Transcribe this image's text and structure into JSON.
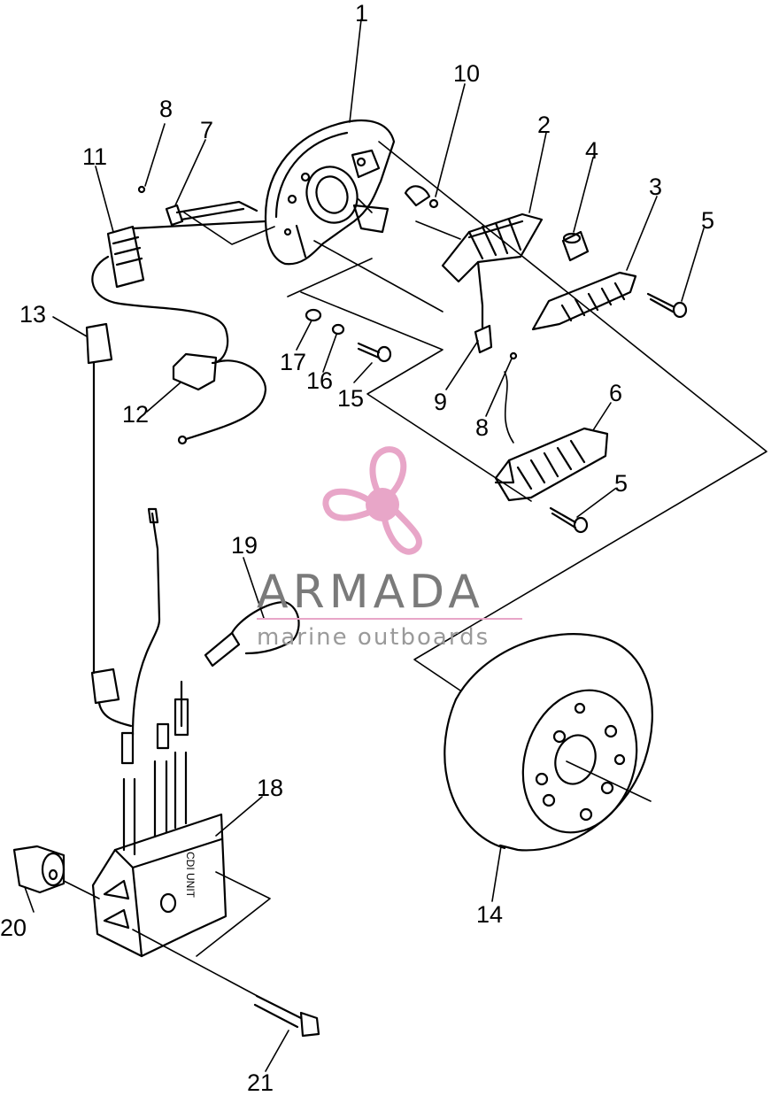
{
  "callouts": [
    {
      "id": "1",
      "text": "1"
    },
    {
      "id": "2",
      "text": "2"
    },
    {
      "id": "3",
      "text": "3"
    },
    {
      "id": "4",
      "text": "4"
    },
    {
      "id": "5a",
      "text": "5"
    },
    {
      "id": "5b",
      "text": "5"
    },
    {
      "id": "6",
      "text": "6"
    },
    {
      "id": "7",
      "text": "7"
    },
    {
      "id": "8a",
      "text": "8"
    },
    {
      "id": "8b",
      "text": "8"
    },
    {
      "id": "9",
      "text": "9"
    },
    {
      "id": "10",
      "text": "10"
    },
    {
      "id": "11",
      "text": "11"
    },
    {
      "id": "12",
      "text": "12"
    },
    {
      "id": "13",
      "text": "13"
    },
    {
      "id": "14",
      "text": "14"
    },
    {
      "id": "15",
      "text": "15"
    },
    {
      "id": "16",
      "text": "16"
    },
    {
      "id": "17",
      "text": "17"
    },
    {
      "id": "18",
      "text": "18"
    },
    {
      "id": "19",
      "text": "19"
    },
    {
      "id": "20",
      "text": "20"
    },
    {
      "id": "21",
      "text": "21"
    }
  ],
  "watermark": {
    "title": "ARMADA",
    "subtitle": "marine outboards",
    "logo_color": "#e8a6c8",
    "icon": "propeller-icon"
  },
  "module_text": "CDI UNIT",
  "colors": {
    "ink": "#000000",
    "watermark_text": "#7a7a7a",
    "watermark_pink": "#e8a6c8"
  }
}
